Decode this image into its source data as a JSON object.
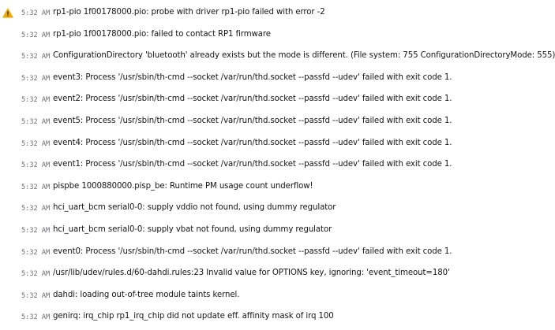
{
  "log": {
    "entries": [
      {
        "time": "5:32 AM",
        "severity": "warning",
        "icon": "warning-icon",
        "message": "rp1-pio 1f00178000.pio: probe with driver rp1-pio failed with error -2"
      },
      {
        "time": "5:32 AM",
        "severity": "info",
        "icon": "",
        "message": "rp1-pio 1f00178000.pio: failed to contact RP1 firmware"
      },
      {
        "time": "5:32 AM",
        "severity": "info",
        "icon": "",
        "message": "ConfigurationDirectory 'bluetooth' already exists but the mode is different. (File system: 755 ConfigurationDirectoryMode: 555)"
      },
      {
        "time": "5:32 AM",
        "severity": "info",
        "icon": "",
        "message": "event3: Process '/usr/sbin/th-cmd --socket /var/run/thd.socket --passfd --udev' failed with exit code 1."
      },
      {
        "time": "5:32 AM",
        "severity": "info",
        "icon": "",
        "message": "event2: Process '/usr/sbin/th-cmd --socket /var/run/thd.socket --passfd --udev' failed with exit code 1."
      },
      {
        "time": "5:32 AM",
        "severity": "info",
        "icon": "",
        "message": "event5: Process '/usr/sbin/th-cmd --socket /var/run/thd.socket --passfd --udev' failed with exit code 1."
      },
      {
        "time": "5:32 AM",
        "severity": "info",
        "icon": "",
        "message": "event4: Process '/usr/sbin/th-cmd --socket /var/run/thd.socket --passfd --udev' failed with exit code 1."
      },
      {
        "time": "5:32 AM",
        "severity": "info",
        "icon": "",
        "message": "event1: Process '/usr/sbin/th-cmd --socket /var/run/thd.socket --passfd --udev' failed with exit code 1."
      },
      {
        "time": "5:32 AM",
        "severity": "info",
        "icon": "",
        "message": "pispbe 1000880000.pisp_be: Runtime PM usage count underflow!"
      },
      {
        "time": "5:32 AM",
        "severity": "info",
        "icon": "",
        "message": "hci_uart_bcm serial0-0: supply vddio not found, using dummy regulator"
      },
      {
        "time": "5:32 AM",
        "severity": "info",
        "icon": "",
        "message": "hci_uart_bcm serial0-0: supply vbat not found, using dummy regulator"
      },
      {
        "time": "5:32 AM",
        "severity": "info",
        "icon": "",
        "message": "event0: Process '/usr/sbin/th-cmd --socket /var/run/thd.socket --passfd --udev' failed with exit code 1."
      },
      {
        "time": "5:32 AM",
        "severity": "info",
        "icon": "",
        "message": "/usr/lib/udev/rules.d/60-dahdi.rules:23 Invalid value for OPTIONS key, ignoring: 'event_timeout=180'"
      },
      {
        "time": "5:32 AM",
        "severity": "info",
        "icon": "",
        "message": "dahdi: loading out-of-tree module taints kernel."
      },
      {
        "time": "5:32 AM",
        "severity": "info",
        "icon": "",
        "message": "genirq: irq_chip rp1_irq_chip did not update eff. affinity mask of irq 100"
      }
    ]
  },
  "colors": {
    "warning": "#f0ab00",
    "timestamp": "#6a6e73",
    "message": "#151515"
  }
}
